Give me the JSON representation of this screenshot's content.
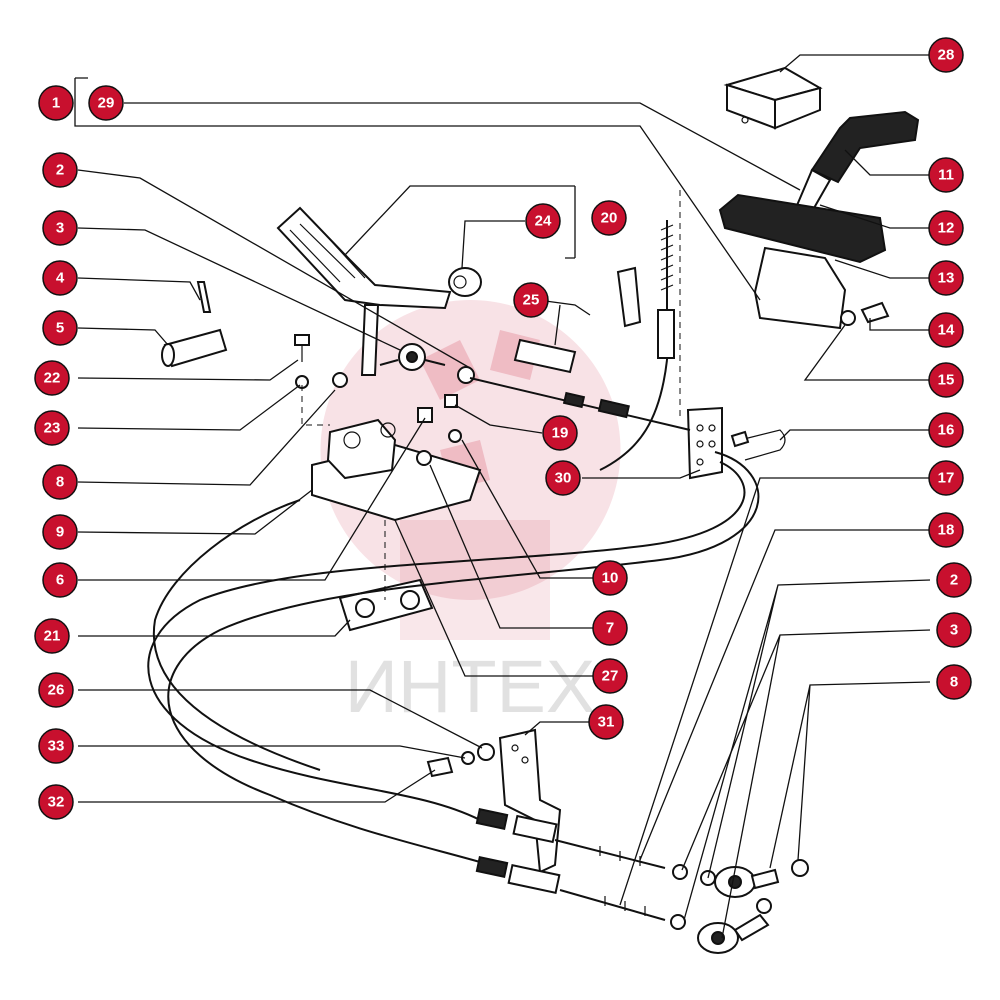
{
  "watermark": {
    "text": "ИНТЕХ",
    "color": "#c8102e"
  },
  "callouts": [
    {
      "id": "c1",
      "label": "1"
    },
    {
      "id": "c29",
      "label": "29"
    },
    {
      "id": "c2",
      "label": "2"
    },
    {
      "id": "c3",
      "label": "3"
    },
    {
      "id": "c4",
      "label": "4"
    },
    {
      "id": "c5",
      "label": "5"
    },
    {
      "id": "c22",
      "label": "22"
    },
    {
      "id": "c23",
      "label": "23"
    },
    {
      "id": "c8",
      "label": "8"
    },
    {
      "id": "c9",
      "label": "9"
    },
    {
      "id": "c6",
      "label": "6"
    },
    {
      "id": "c21",
      "label": "21"
    },
    {
      "id": "c26",
      "label": "26"
    },
    {
      "id": "c33",
      "label": "33"
    },
    {
      "id": "c32",
      "label": "32"
    },
    {
      "id": "c24",
      "label": "24"
    },
    {
      "id": "c20",
      "label": "20"
    },
    {
      "id": "c25",
      "label": "25"
    },
    {
      "id": "c19",
      "label": "19"
    },
    {
      "id": "c30",
      "label": "30"
    },
    {
      "id": "c10",
      "label": "10"
    },
    {
      "id": "c7",
      "label": "7"
    },
    {
      "id": "c27",
      "label": "27"
    },
    {
      "id": "c31",
      "label": "31"
    },
    {
      "id": "c28",
      "label": "28"
    },
    {
      "id": "c11",
      "label": "11"
    },
    {
      "id": "c12",
      "label": "12"
    },
    {
      "id": "c13",
      "label": "13"
    },
    {
      "id": "c14",
      "label": "14"
    },
    {
      "id": "c15",
      "label": "15"
    },
    {
      "id": "c16",
      "label": "16"
    },
    {
      "id": "c17",
      "label": "17"
    },
    {
      "id": "c18",
      "label": "18"
    },
    {
      "id": "c2b",
      "label": "2"
    },
    {
      "id": "c3b",
      "label": "3"
    },
    {
      "id": "c8b",
      "label": "8"
    }
  ]
}
